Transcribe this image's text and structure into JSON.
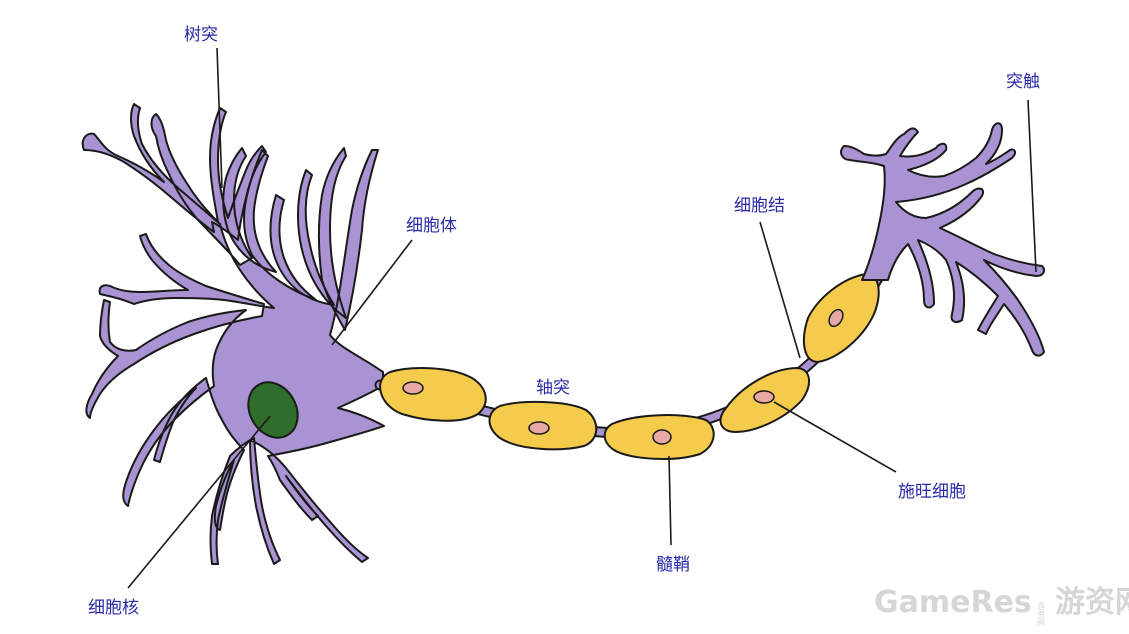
{
  "labels": {
    "dendrite": "树突",
    "synapse": "突触",
    "cell_body": "细胞体",
    "node": "细胞结",
    "axon": "轴突",
    "schwann": "施旺细胞",
    "myelin": "髓鞘",
    "nucleus": "细胞核"
  },
  "watermark": {
    "brand": "GameRes",
    "small": "游资网",
    "cn": "游资网"
  },
  "colors": {
    "membrane": "#a993d2",
    "outline": "#1a1a1a",
    "myelin": "#f4cb4b",
    "schwann_nucleus": "#e8a8a6",
    "cell_nucleus": "#2f6d2a",
    "label": "#2a2aa8",
    "watermark": "#d6d6d6"
  }
}
